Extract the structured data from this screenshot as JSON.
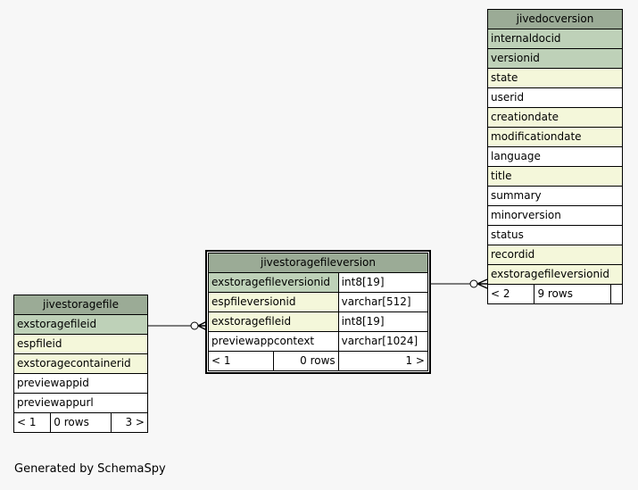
{
  "tables": {
    "jivedocversion": {
      "name": "jivedocversion",
      "columns": [
        {
          "name": "internaldocid",
          "kind": "pk"
        },
        {
          "name": "versionid",
          "kind": "pk"
        },
        {
          "name": "state",
          "kind": "fk"
        },
        {
          "name": "userid",
          "kind": "plain"
        },
        {
          "name": "creationdate",
          "kind": "fk"
        },
        {
          "name": "modificationdate",
          "kind": "fk"
        },
        {
          "name": "language",
          "kind": "plain"
        },
        {
          "name": "title",
          "kind": "fk"
        },
        {
          "name": "summary",
          "kind": "plain"
        },
        {
          "name": "minorversion",
          "kind": "plain"
        },
        {
          "name": "status",
          "kind": "plain"
        },
        {
          "name": "recordid",
          "kind": "fk"
        },
        {
          "name": "exstoragefileversionid",
          "kind": "fk"
        }
      ],
      "footer": {
        "parents": "< 2",
        "rows": "9 rows",
        "children": ""
      }
    },
    "jivestoragefileversion": {
      "name": "jivestoragefileversion",
      "columns": [
        {
          "name": "exstoragefileversionid",
          "type": "int8[19]",
          "kind": "pk"
        },
        {
          "name": "espfileversionid",
          "type": "varchar[512]",
          "kind": "fk"
        },
        {
          "name": "exstoragefileid",
          "type": "int8[19]",
          "kind": "fk"
        },
        {
          "name": "previewappcontext",
          "type": "varchar[1024]",
          "kind": "plain"
        }
      ],
      "footer": {
        "parents": "< 1",
        "rows": "0 rows",
        "children": "1 >"
      }
    },
    "jivestoragefile": {
      "name": "jivestoragefile",
      "columns": [
        {
          "name": "exstoragefileid",
          "kind": "pk"
        },
        {
          "name": "espfileid",
          "kind": "fk"
        },
        {
          "name": "exstoragecontainerid",
          "kind": "fk"
        },
        {
          "name": "previewappid",
          "kind": "plain"
        },
        {
          "name": "previewappurl",
          "kind": "plain"
        }
      ],
      "footer": {
        "parents": "< 1",
        "rows": "0 rows",
        "children": "3 >"
      }
    }
  },
  "caption": "Generated by SchemaSpy",
  "colors": {
    "header": "#9bab96",
    "primary_key": "#bed1b8",
    "foreign_key": "#f4f7da",
    "background": "#f7f7f7"
  }
}
